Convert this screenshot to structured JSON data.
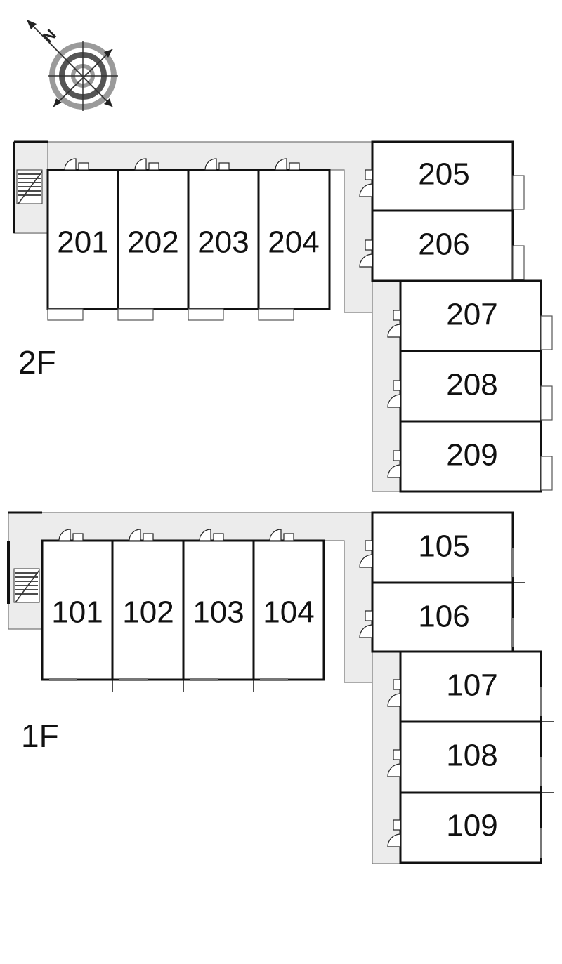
{
  "compass": {
    "north_letter": "N",
    "icon": "compass-rose-icon"
  },
  "floors": [
    {
      "id": "2F",
      "label": "2F",
      "units_row": [
        "201",
        "202",
        "203",
        "204"
      ],
      "units_col": [
        "205",
        "206",
        "207",
        "208",
        "209"
      ]
    },
    {
      "id": "1F",
      "label": "1F",
      "units_row": [
        "101",
        "102",
        "103",
        "104"
      ],
      "units_col": [
        "105",
        "106",
        "107",
        "108",
        "109"
      ]
    }
  ],
  "colors": {
    "wall": "#111111",
    "walkway": "#ececec",
    "compass_gray": "#9a9a9a"
  }
}
